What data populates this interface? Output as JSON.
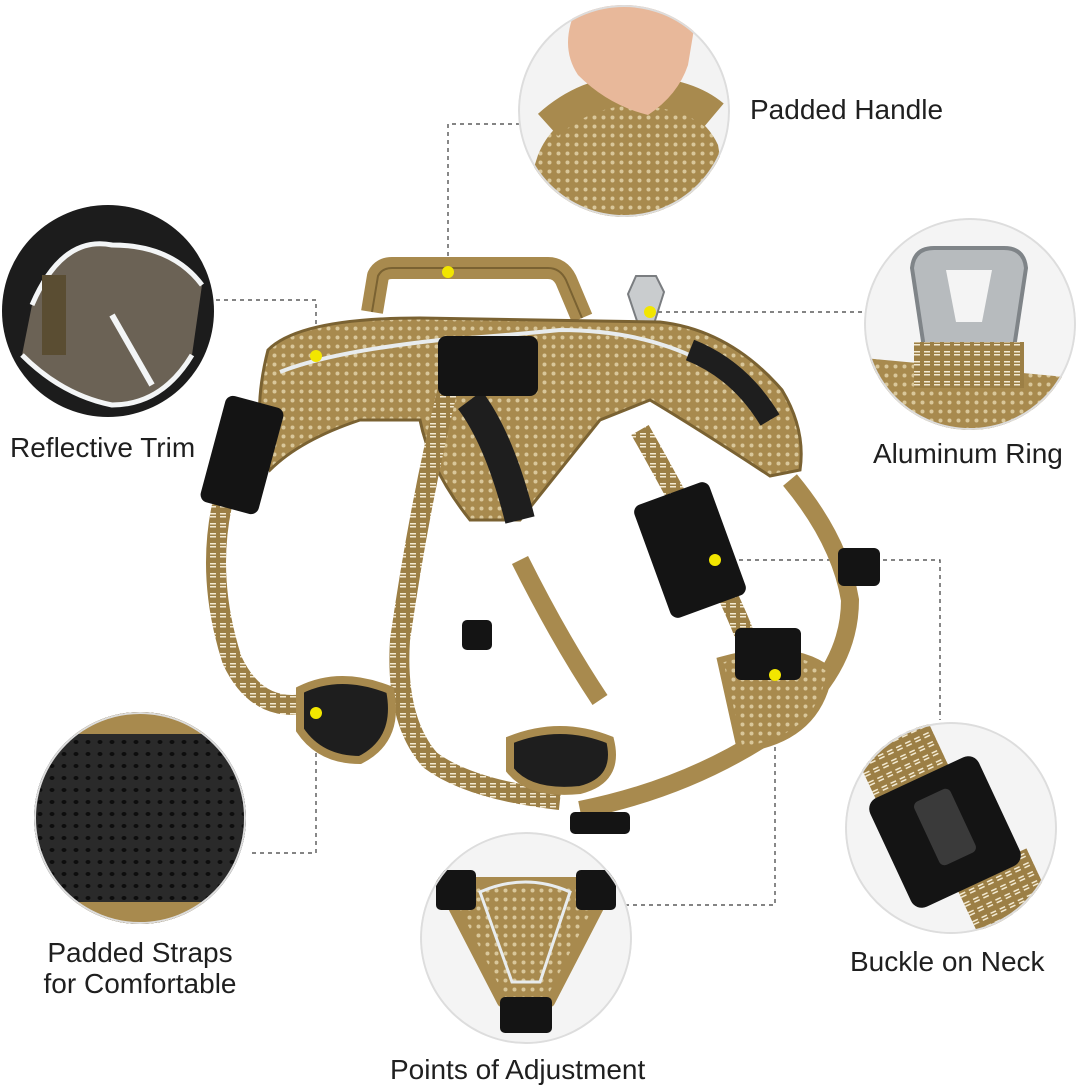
{
  "features": {
    "padded_handle": "Padded Handle",
    "reflective_trim": "Reflective Trim",
    "aluminum_ring": "Aluminum Ring",
    "padded_straps_line1": "Padded Straps",
    "padded_straps_line2": "for Comfortable",
    "buckle_on_neck": "Buckle on Neck",
    "points_of_adjustment": "Points of Adjustment"
  },
  "colors": {
    "background": "#ffffff",
    "harness_tan": "#a88a4e",
    "harness_dark": "#7a6232",
    "reflective": "#e8ecee",
    "buckle": "#141414",
    "marker_dot": "#f2e600",
    "leader_line": "#3a3a3a"
  },
  "icons": [
    "harness-illustration",
    "padded-handle-detail",
    "reflective-trim-detail",
    "aluminum-ring-detail",
    "padded-straps-detail",
    "buckle-detail",
    "adjustment-points-detail"
  ]
}
